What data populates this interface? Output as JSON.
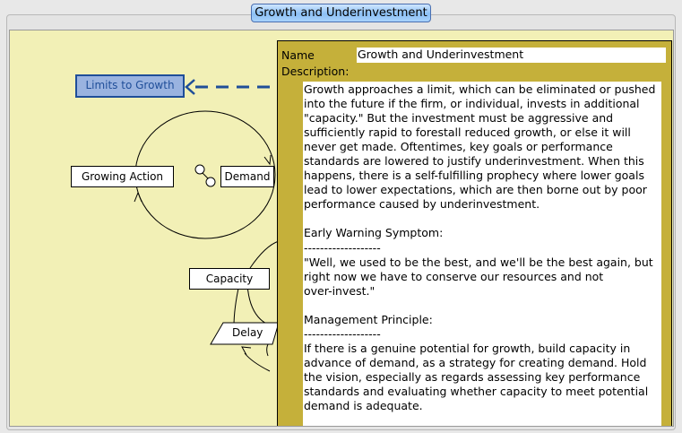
{
  "tab": {
    "title": "Growth and Underinvestment"
  },
  "diagram": {
    "link_label": "Limits to Growth",
    "nodes": {
      "growing_action": "Growing Action",
      "demand": "Demand",
      "capacity": "Capacity",
      "delay": "Delay"
    }
  },
  "popup": {
    "name_label": "Name",
    "name_value": "Growth and Underinvestment",
    "description_label": "Description:",
    "description": "Growth approaches a limit, which can be eliminated or pushed\ninto the future if the firm, or individual, invests in additional\n\"capacity.\" But the investment must be aggressive and\nsufficiently rapid to forestall reduced growth, or else it will\nnever get made. Oftentimes, key goals or performance\nstandards are lowered to justify underinvestment. When this\nhappens, there is a self-fulfilling prophecy where lower goals\nlead to lower expectations, which are then borne out by poor\nperformance caused by underinvestment.\n\nEarly Warning Symptom:\n-------------------\n\"Well, we used to be the best, and we'll be the best again, but\nright now we have to conserve our resources and not\nover-invest.\"\n\nManagement Principle:\n-------------------\nIf there is a genuine potential for growth, build capacity in\nadvance of demand, as a strategy for creating demand. Hold\nthe vision, especially as regards assessing key performance\nstandards and evaluating whether capacity to meet potential\ndemand is adequate."
  }
}
